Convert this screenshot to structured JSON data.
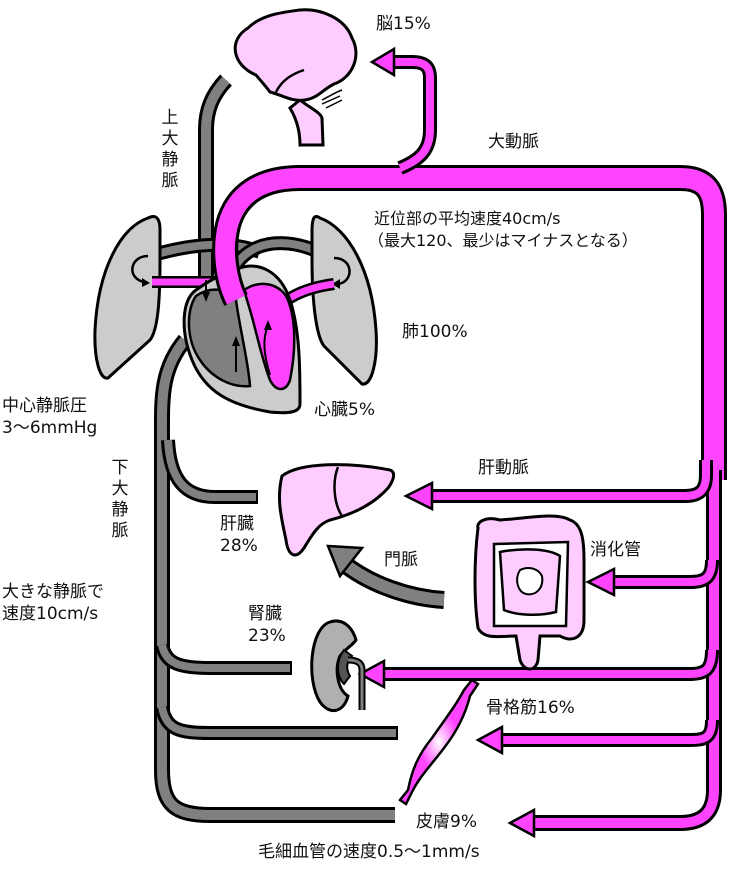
{
  "colors": {
    "artery": "#ff44ff",
    "vein": "#808080",
    "organ_pink": "#ffccff",
    "lung_gray": "#cccccc",
    "kidney_gray": "#b0b0b0",
    "outline": "#000000"
  },
  "labels": {
    "brain": "脳15%",
    "aorta": "大動脈",
    "aorta_speed_line1": "近位部の平均速度40cm/s",
    "aorta_speed_line2": "（最大120、最少はマイナスとなる）",
    "superior_vena_cava": "上大静脈",
    "lung": "肺100%",
    "heart": "心臓5%",
    "central_venous_pressure_line1": "中心静脈圧",
    "central_venous_pressure_line2": "3〜6mmHg",
    "inferior_vena_cava": "下大静脈",
    "hepatic_artery": "肝動脈",
    "liver_line1": "肝臓",
    "liver_line2": "28%",
    "portal_vein": "門脈",
    "digestive_tract": "消化管",
    "large_vein_speed_line1": "大きな静脈で",
    "large_vein_speed_line2": "速度10cm/s",
    "kidney_line1": "腎臓",
    "kidney_line2": "23%",
    "skeletal_muscle": "骨格筋16%",
    "skin": "皮膚9%",
    "capillary_speed": "毛細血管の速度0.5〜1mm/s"
  },
  "icons": {
    "brain": "brain-icon",
    "lungs": "lung-icon",
    "heart": "heart-icon",
    "liver": "liver-icon",
    "intestine": "intestine-icon",
    "kidney": "kidney-icon",
    "muscle": "muscle-icon"
  }
}
